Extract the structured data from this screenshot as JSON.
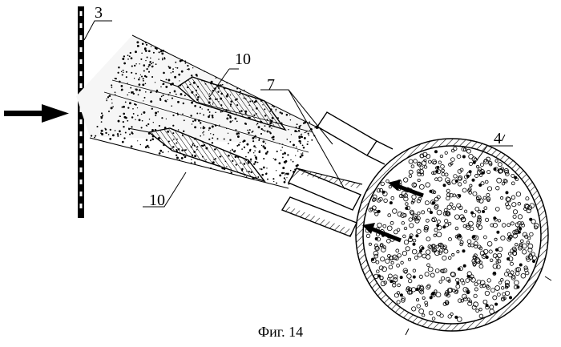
{
  "labels": {
    "screen": "3",
    "vessel": "4",
    "nozzles": "7",
    "jet_top": "10",
    "jet_bottom": "10"
  },
  "caption": "Фиг. 14",
  "colors": {
    "ink": "#000000",
    "paper": "#ffffff"
  }
}
